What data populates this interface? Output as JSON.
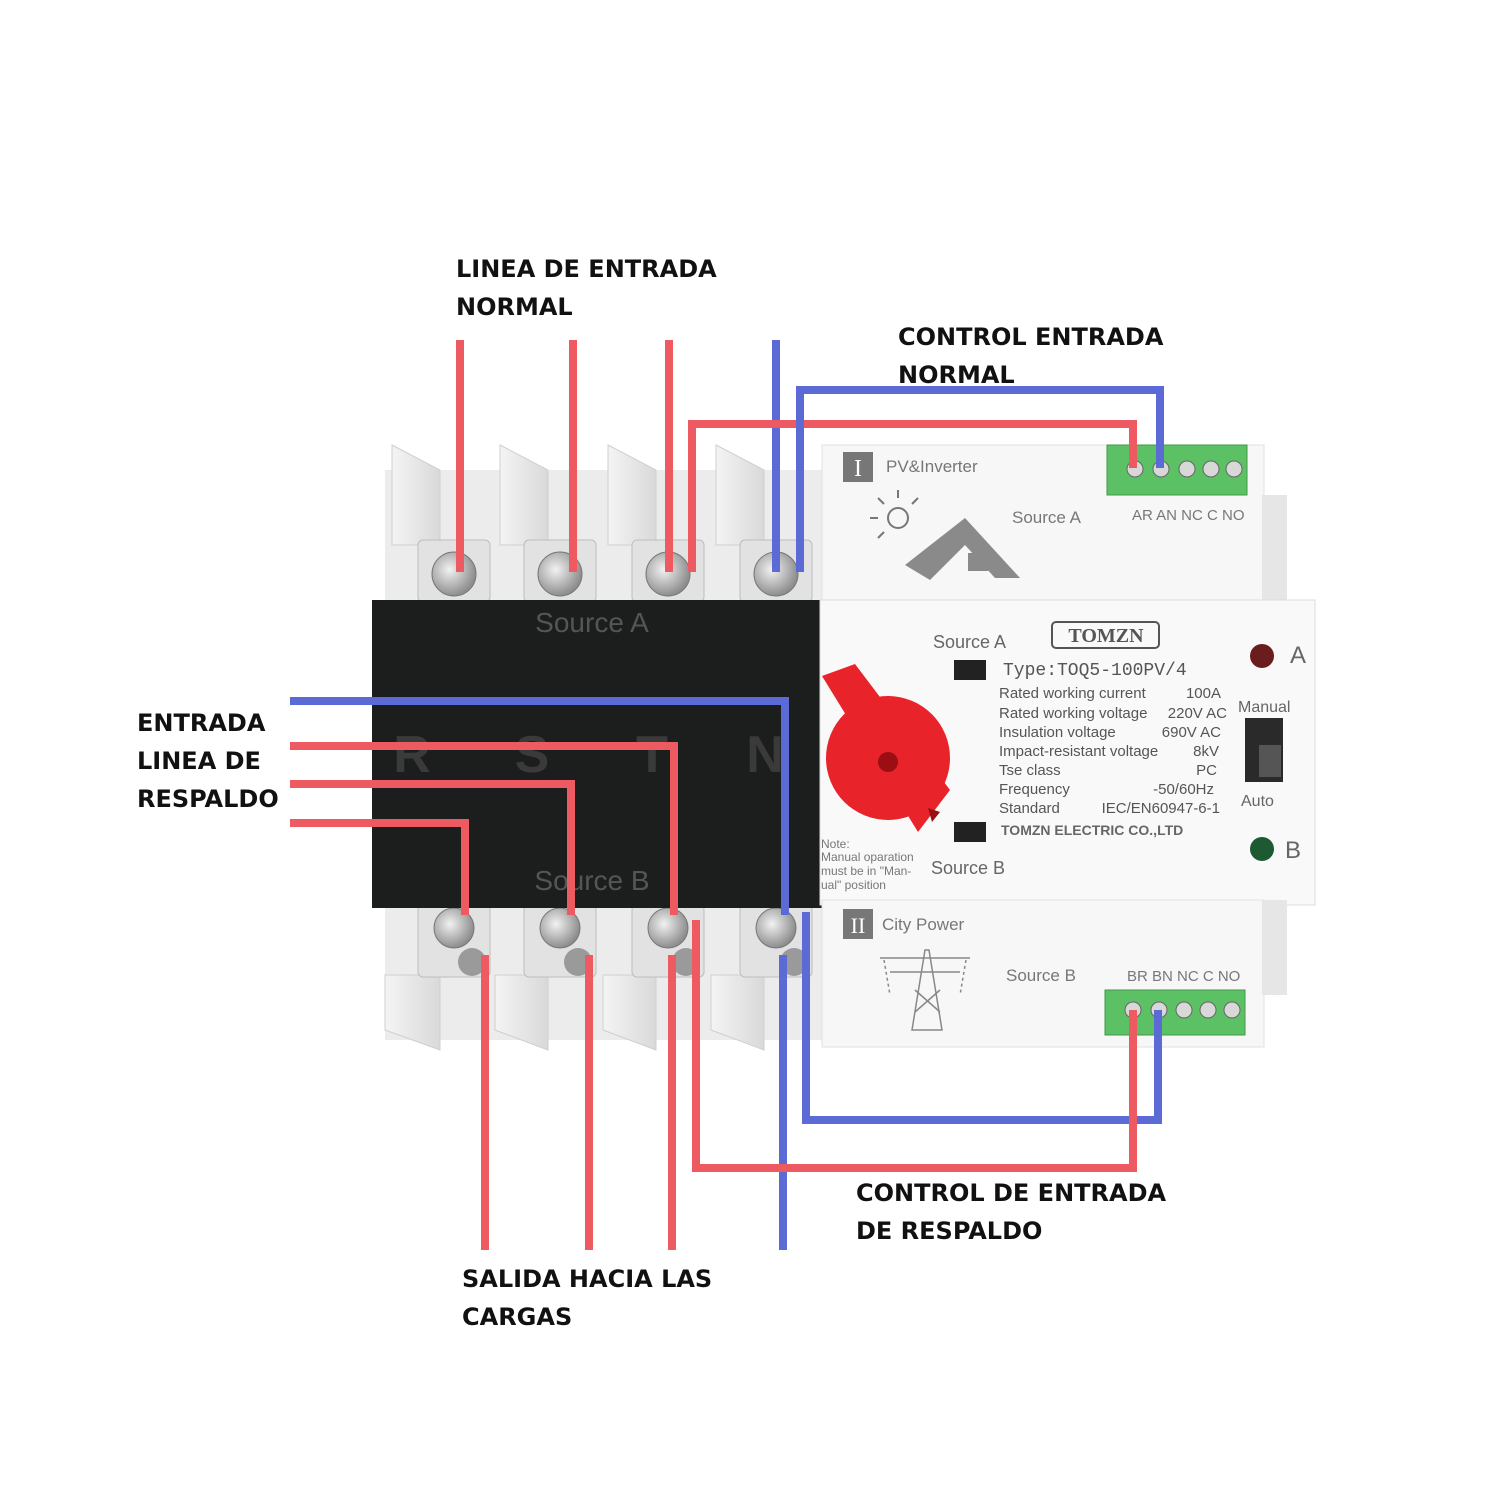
{
  "callouts": {
    "normal_input": [
      "LINEA DE ENTRADA",
      "NORMAL"
    ],
    "normal_control": [
      "CONTROL ENTRADA",
      "NORMAL"
    ],
    "backup_input": [
      "ENTRADA",
      "LINEA DE",
      "RESPALDO"
    ],
    "backup_control": [
      "CONTROL DE ENTRADA",
      "DE RESPALDO"
    ],
    "load_output": [
      "SALIDA HACIA LAS",
      "CARGAS"
    ]
  },
  "device": {
    "brand": "TOMZN",
    "section_a": {
      "roman": "I",
      "name": "PV&Inverter",
      "source": "Source A",
      "terminals": "AR AN NC C NO"
    },
    "section_b": {
      "roman": "II",
      "name": "City Power",
      "source": "Source B",
      "terminals": "BR BN NC C NO"
    },
    "panel": {
      "source_a": "Source A",
      "source_b": "Source B",
      "phases": [
        "R",
        "S",
        "T",
        "N"
      ]
    },
    "label": {
      "source_a": "Source A",
      "source_b": "Source B",
      "type": "Type:TOQ5-100PV/4",
      "specs": [
        {
          "name": "Rated working current",
          "value": "100A"
        },
        {
          "name": "Rated working voltage",
          "value": "220V AC"
        },
        {
          "name": "Insulation voltage",
          "value": "690V AC"
        },
        {
          "name": "Impact-resistant voltage",
          "value": "8kV"
        },
        {
          "name": "Tse class",
          "value": "PC"
        },
        {
          "name": "Frequency",
          "value": "-50/60Hz"
        },
        {
          "name": "Standard",
          "value": "IEC/EN60947-6-1"
        }
      ],
      "company": "TOMZN ELECTRIC CO.,LTD"
    },
    "note": [
      "Note:",
      "Manual oparation",
      "must be in \"Man-",
      "ual\" position"
    ],
    "indicator_a": "A",
    "indicator_b": "B",
    "mode_manual": "Manual",
    "mode_auto": "Auto"
  },
  "colors": {
    "live_wire": "#ee5a62",
    "neutral_wire": "#5c6ad6",
    "terminal_green": "#5cc064",
    "panel_black": "#1c1d1d",
    "knob_red": "#e8232a"
  }
}
